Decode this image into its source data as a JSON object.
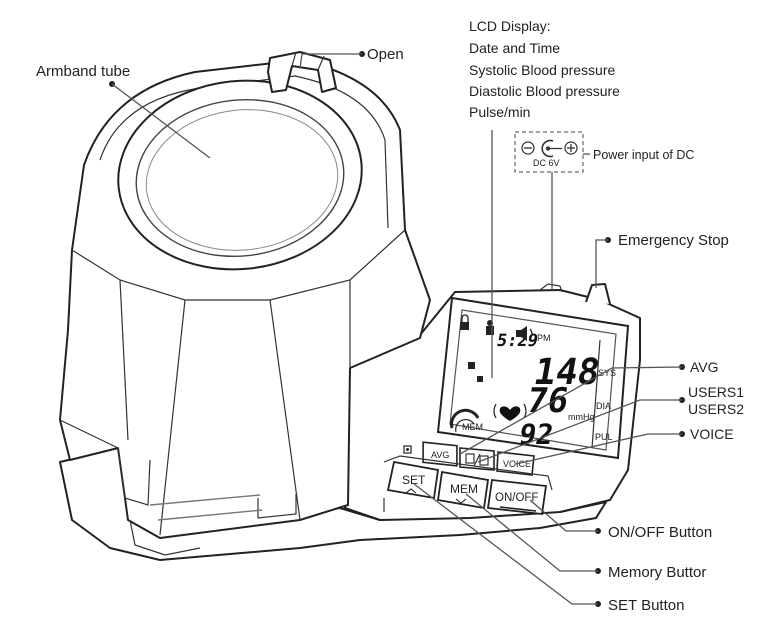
{
  "labels": {
    "armband_tube": "Armband tube",
    "open": "Open",
    "lcd_display": [
      "LCD Display:",
      "Date and Time",
      "Systolic  Blood pressure",
      "Diastolic  Blood pressure",
      "Pulse/min"
    ],
    "power_input": "Power input of DC",
    "dc_voltage": "DC 6V",
    "emergency_stop": "Emergency Stop",
    "avg": "AVG",
    "users1": "USERS1",
    "users2": "USERS2",
    "voice": "VOICE",
    "onoff_button": "ON/OFF Button",
    "memory_button": "Memory  Buttor",
    "set_button": "SET Button"
  },
  "device_buttons": {
    "avg": "AVG",
    "voice": "VOICE",
    "set": "SET",
    "mem": "MEM",
    "onoff": "ON/OFF"
  },
  "lcd": {
    "time": "5:29",
    "pm": "PM",
    "systolic": "148",
    "diastolic": "76",
    "pulse": "92",
    "mmhg": "mmHg",
    "sys": "SYS",
    "dia": "DIA",
    "pul": "PUL",
    "mem": "MEM"
  }
}
